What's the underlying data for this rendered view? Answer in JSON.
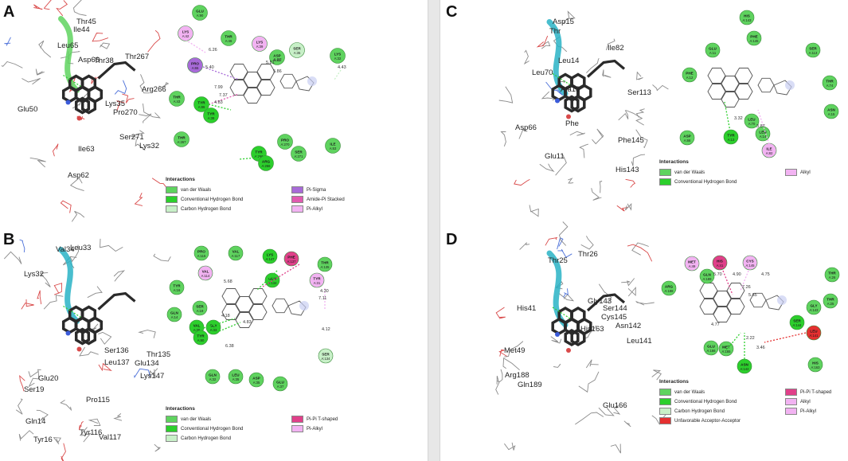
{
  "panels": [
    {
      "label": "A",
      "structure_labels": [
        "Thr45",
        "Ile44",
        "Leu65",
        "Asp66",
        "Thr38",
        "Thr267",
        "Arg266",
        "Lys35",
        "Pro270",
        "Glu50",
        "Asp62",
        "Lys32",
        "Ser271",
        "Ile63"
      ],
      "residues": [
        {
          "name": "GLU\nA:90",
          "color": "#5fd35f",
          "type": "vdw"
        },
        {
          "name": "LYS\nA:42",
          "color": "#f2b3f2",
          "type": "alkyl"
        },
        {
          "name": "THR\nA:46",
          "color": "#5fd35f",
          "type": "vdw"
        },
        {
          "name": "LYS\nA:39",
          "color": "#f2b3f2",
          "type": "alkyl"
        },
        {
          "name": "SER\nA:35",
          "color": "#c8f0c8",
          "type": "ch"
        },
        {
          "name": "ASP\nA:62",
          "color": "#5fd35f",
          "type": "vdw"
        },
        {
          "name": "LYS\nA:32",
          "color": "#5fd35f",
          "type": "vdw"
        },
        {
          "name": "PRO\nA:65",
          "color": "#a86ad8",
          "type": "sigma"
        },
        {
          "name": "THR\nA:43",
          "color": "#5fd35f",
          "type": "vdw"
        },
        {
          "name": "TYR\nA:86",
          "color": "#2ccf2c",
          "type": "hbond"
        },
        {
          "name": "TYR\nA:38",
          "color": "#2ccf2c",
          "type": "hbond"
        },
        {
          "name": "THR\nA:267",
          "color": "#5fd35f",
          "type": "vdw"
        },
        {
          "name": "PRO\nA:270",
          "color": "#5fd35f",
          "type": "vdw"
        },
        {
          "name": "TYR\nA:266",
          "color": "#2ccf2c",
          "type": "hbond"
        },
        {
          "name": "ARG\nA:266",
          "color": "#2ccf2c",
          "type": "hbond"
        },
        {
          "name": "SER\nA:271",
          "color": "#5fd35f",
          "type": "vdw"
        },
        {
          "name": "ILE\nA:63",
          "color": "#5fd35f",
          "type": "vdw"
        }
      ],
      "distances": [
        "6.26",
        "5.40",
        "5.81",
        "4.22",
        "5.86",
        "4.43",
        "7.99",
        "7.37",
        "4.83"
      ],
      "legend_title": "Interactions",
      "legend": [
        {
          "label": "van der Waals",
          "color": "#5fd35f"
        },
        {
          "label": "Conventional Hydrogen Bond",
          "color": "#2ccf2c"
        },
        {
          "label": "Carbon Hydrogen Bond",
          "color": "#c8f0c8"
        },
        {
          "label": "Pi-Sigma",
          "color": "#a86ad8"
        },
        {
          "label": "Amide-Pi Stacked",
          "color": "#e05ab0"
        },
        {
          "label": "Pi-Alkyl",
          "color": "#f2b3f2"
        }
      ]
    },
    {
      "label": "B",
      "structure_labels": [
        "Val34",
        "Leu33",
        "Lys32",
        "Thr135",
        "Glu134",
        "Ser136",
        "Leu137",
        "Lys147",
        "Glu20",
        "Ser19",
        "Pro115",
        "Gln14",
        "Tyr116",
        "Val117",
        "Tyr16"
      ],
      "residues": [
        {
          "name": "PRO\nA:115",
          "color": "#5fd35f"
        },
        {
          "name": "VAL\nA:117",
          "color": "#5fd35f"
        },
        {
          "name": "LYS\nA:147",
          "color": "#2ccf2c"
        },
        {
          "name": "PHE\nA:137",
          "color": "#e0408a"
        },
        {
          "name": "THR\nA:135",
          "color": "#5fd35f"
        },
        {
          "name": "VAL\nA:114",
          "color": "#f2b3f2"
        },
        {
          "name": "GLU\nA:134",
          "color": "#2ccf2c"
        },
        {
          "name": "TYR\nA:31",
          "color": "#f2b3f2"
        },
        {
          "name": "TYR\nA:16",
          "color": "#5fd35f"
        },
        {
          "name": "SER\nA:19",
          "color": "#5fd35f"
        },
        {
          "name": "GLN\nA:14",
          "color": "#5fd35f"
        },
        {
          "name": "VAL\nA:36",
          "color": "#2ccf2c"
        },
        {
          "name": "GLY\nA:33",
          "color": "#2ccf2c"
        },
        {
          "name": "TYR\nA:80",
          "color": "#2ccf2c"
        },
        {
          "name": "SER\nA:134",
          "color": "#c8f0c8"
        },
        {
          "name": "GLN\nA:32",
          "color": "#5fd35f"
        },
        {
          "name": "LEU\nA:35",
          "color": "#5fd35f"
        },
        {
          "name": "ASP\nA:35",
          "color": "#5fd35f"
        },
        {
          "name": "GLU\nA:37",
          "color": "#5fd35f"
        }
      ],
      "distances": [
        "5.68",
        "4.30",
        "7.11",
        "4.18",
        "4.83",
        "4.12",
        "6.38"
      ],
      "legend_title": "Interactions",
      "legend": [
        {
          "label": "van der Waals",
          "color": "#5fd35f"
        },
        {
          "label": "Conventional Hydrogen Bond",
          "color": "#2ccf2c"
        },
        {
          "label": "Carbon Hydrogen Bond",
          "color": "#c8f0c8"
        },
        {
          "label": "Pi-Pi T-shaped",
          "color": "#e0408a"
        },
        {
          "label": "Pi-Alkyl",
          "color": "#f2b3f2"
        }
      ]
    },
    {
      "label": "C",
      "structure_labels": [
        "Asp15",
        "Thr",
        "Leu14",
        "Ile82",
        "Leu70",
        "Ser113",
        "Ala13",
        "Asp66",
        "Phe",
        "Phe145",
        "Glu11",
        "His143"
      ],
      "residues": [
        {
          "name": "HIS\nA:143",
          "color": "#5fd35f"
        },
        {
          "name": "PHE\nA:145",
          "color": "#5fd35f"
        },
        {
          "name": "GLU\nA:11",
          "color": "#5fd35f"
        },
        {
          "name": "SER\nA:113",
          "color": "#5fd35f"
        },
        {
          "name": "PHE\nA:12",
          "color": "#5fd35f"
        },
        {
          "name": "THR\nA:74",
          "color": "#5fd35f"
        },
        {
          "name": "ASN\nA:15",
          "color": "#5fd35f"
        },
        {
          "name": "LEU\nA:70",
          "color": "#5fd35f"
        },
        {
          "name": "LEU\nA:14",
          "color": "#5fd35f"
        },
        {
          "name": "ASP\nA:66",
          "color": "#5fd35f"
        },
        {
          "name": "TYR\nA:13",
          "color": "#2ccf2c"
        },
        {
          "name": "ILE\nA:82",
          "color": "#f2b3f2"
        }
      ],
      "distances": [
        "3.32",
        "3.87"
      ],
      "legend_title": "Interactions",
      "legend": [
        {
          "label": "van der Waals",
          "color": "#5fd35f"
        },
        {
          "label": "Conventional Hydrogen Bond",
          "color": "#2ccf2c"
        },
        {
          "label": "Alkyl",
          "color": "#f2b3f2"
        }
      ]
    },
    {
      "label": "D",
      "structure_labels": [
        "Thr25",
        "Thr26",
        "His41",
        "Gly143",
        "Ser144",
        "Cys145",
        "Asn142",
        "His163",
        "Leu141",
        "Met49",
        "Arg188",
        "Gln189",
        "Glu166"
      ],
      "residues": [
        {
          "name": "MET\nA:49",
          "color": "#f2b3f2"
        },
        {
          "name": "HIS\nA:41",
          "color": "#e0408a"
        },
        {
          "name": "CYS\nA:145",
          "color": "#f2b3f2"
        },
        {
          "name": "THR\nA:26",
          "color": "#5fd35f"
        },
        {
          "name": "GLN\nA:189",
          "color": "#5fd35f"
        },
        {
          "name": "ARG\nA:188",
          "color": "#5fd35f"
        },
        {
          "name": "THR\nA:25",
          "color": "#5fd35f"
        },
        {
          "name": "GLY\nA:143",
          "color": "#5fd35f"
        },
        {
          "name": "SER\nA:144",
          "color": "#2ccf2c"
        },
        {
          "name": "LEU\nA:141",
          "color": "#e53030"
        },
        {
          "name": "GLU\nA:166",
          "color": "#5fd35f"
        },
        {
          "name": "MET\nA:165",
          "color": "#5fd35f"
        },
        {
          "name": "ASN\nA:142",
          "color": "#2ccf2c"
        },
        {
          "name": "HIS\nA:163",
          "color": "#5fd35f"
        }
      ],
      "distances": [
        "5.70",
        "4.90",
        "4.75",
        "7.26",
        "5.65",
        "4.77",
        "2.22",
        "3.46"
      ],
      "legend_title": "Interactions",
      "legend": [
        {
          "label": "van der Waals",
          "color": "#5fd35f"
        },
        {
          "label": "Conventional Hydrogen Bond",
          "color": "#2ccf2c"
        },
        {
          "label": "Carbon Hydrogen Bond",
          "color": "#c8f0c8"
        },
        {
          "label": "Unfavorable Acceptor-Acceptor",
          "color": "#e53030"
        },
        {
          "label": "Pi-Pi T-shaped",
          "color": "#e0408a"
        },
        {
          "label": "Alkyl",
          "color": "#f2b3f2"
        },
        {
          "label": "Pi-Alkyl",
          "color": "#f2b3f2"
        }
      ]
    }
  ]
}
